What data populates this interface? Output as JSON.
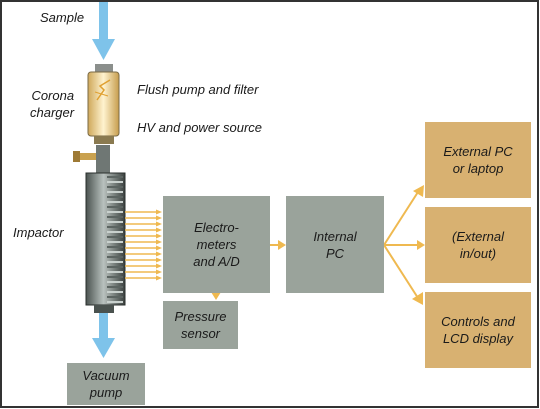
{
  "labels": {
    "sample": "Sample",
    "corona_charger": "Corona\ncharger",
    "flush_pump": "Flush pump and filter",
    "hv_power": "HV and power source",
    "impactor": "Impactor"
  },
  "boxes": {
    "electrometers": "Electro-\nmeters\nand A/D",
    "pressure_sensor": "Pressure\nsensor",
    "internal_pc": "Internal\nPC",
    "external_pc": "External PC\nor laptop",
    "external_io": "(External\nin/out)",
    "controls_lcd": "Controls and\nLCD display",
    "vacuum_pump": "Vacuum\npump"
  },
  "colors": {
    "border": "#333333",
    "grey_box": "#9aa39b",
    "tan_box": "#d8b171",
    "flow_arrow": "#7ec3ea",
    "signal_arrow": "#efb950"
  }
}
